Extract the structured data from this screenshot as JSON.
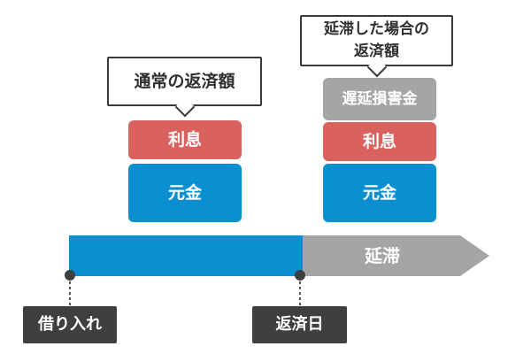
{
  "normal_payment": {
    "callout": "通常の返済額",
    "interest": "利息",
    "principal": "元金"
  },
  "late_payment": {
    "callout_line1": "延滞した場合の",
    "callout_line2": "返済額",
    "penalty": "遅延損害金",
    "interest": "利息",
    "principal": "元金"
  },
  "timeline": {
    "overdue_label": "延滞",
    "borrow_label": "借り入れ",
    "due_date_label": "返済日"
  },
  "colors": {
    "principal": "#0a8fd0",
    "interest": "#d9625f",
    "penalty": "#a5a5a5",
    "overdue_arrow": "#a5a5a5",
    "label_bg": "#3f3f3f",
    "callout_border": "#3a3a3a"
  }
}
